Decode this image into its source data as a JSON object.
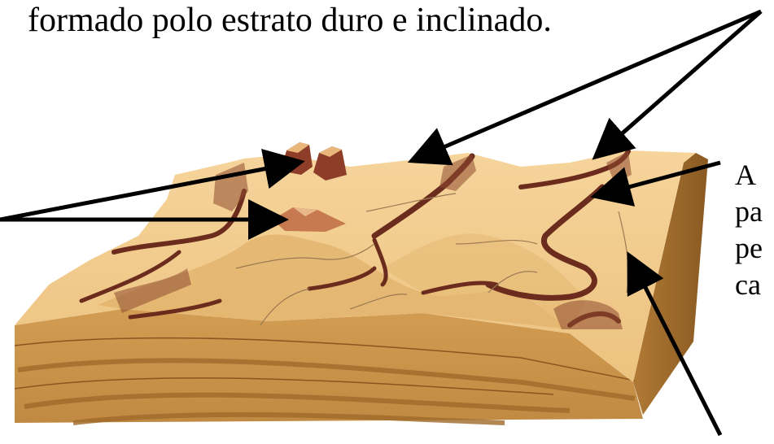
{
  "caption": "formado polo estrato duro e inclinado.",
  "right_label_lines": [
    "A",
    "pa",
    "pe",
    "ca"
  ],
  "colors": {
    "block_top": "#f2c98a",
    "block_front": "#c89248",
    "block_side": "#9a6425",
    "cliff": "#6b2c1e",
    "arrow": "#000000"
  }
}
